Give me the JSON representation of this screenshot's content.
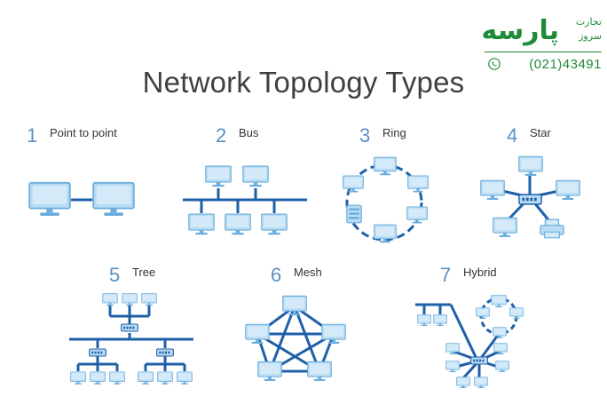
{
  "title": "Network Topology Types",
  "brand": {
    "name": "پارسه",
    "tagline_line1": "تجارت",
    "tagline_line2": "سروز",
    "phone": "(021)43491",
    "phone_icon": "phone-icon",
    "color": "#1f8a3a"
  },
  "colors": {
    "accent": "#1f5fa8",
    "device": "#b9dbf3",
    "device_border": "#6aaedd"
  },
  "topologies": [
    {
      "number": "1",
      "name": "Point to point"
    },
    {
      "number": "2",
      "name": "Bus"
    },
    {
      "number": "3",
      "name": "Ring"
    },
    {
      "number": "4",
      "name": "Star"
    },
    {
      "number": "5",
      "name": "Tree"
    },
    {
      "number": "6",
      "name": "Mesh"
    },
    {
      "number": "7",
      "name": "Hybrid"
    }
  ]
}
